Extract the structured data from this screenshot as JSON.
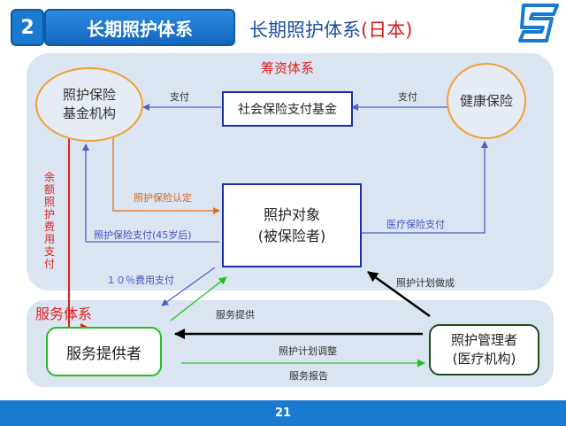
{
  "header": {
    "section_number": "2",
    "title": "长期照护体系",
    "subtitle_main": "长期照护体系",
    "subtitle_country": "(日本)"
  },
  "sections": {
    "funding": "筹资体系",
    "service": "服务体系"
  },
  "nodes": {
    "insurance_fund_institution": "照护保险\n基金机构",
    "social_insurance_fund": "社会保险支付基金",
    "health_insurance": "健康保险",
    "care_recipient": "照护对象\n(被保险者)",
    "service_provider": "服务提供者",
    "care_manager": "照护管理者\n(医疗机构)"
  },
  "edge_labels": {
    "pay_left": "支付",
    "pay_right": "支付",
    "care_cert": "照护保险认定",
    "care_pay_45": "照护保险支付(45岁后)",
    "medical_pay": "医疗保险支付",
    "ten_percent": "１０％费用支付",
    "plan_made": "照护计划做成",
    "service_provide": "服务提供",
    "plan_adjust": "照护计划调整",
    "service_report": "服务报告",
    "remaining_pay": "余额照护费用支付"
  },
  "footer": {
    "page_number": "21"
  },
  "colors": {
    "brand_blue": "#1a7ad0",
    "red": "#e0201e",
    "orange": "#f0a030",
    "green": "#22c022",
    "navy": "#1a2fa8"
  }
}
